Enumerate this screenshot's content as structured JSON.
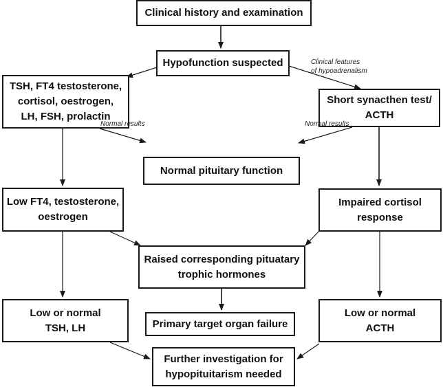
{
  "nodes": {
    "clinical_history": {
      "lines": [
        "Clinical history and examination"
      ]
    },
    "hypofunction": {
      "lines": [
        "Hypofunction suspected"
      ]
    },
    "tests": {
      "lines": [
        "TSH, FT4 testosterone,",
        "cortisol, oestrogen,",
        "LH, FSH, prolactin"
      ]
    },
    "synacthen": {
      "lines": [
        "Short synacthen test/",
        "ACTH"
      ]
    },
    "normal_pituitary": {
      "lines": [
        "Normal pituitary function"
      ]
    },
    "low_ft4": {
      "lines": [
        "Low FT4, testosterone,",
        "oestrogen"
      ]
    },
    "impaired_cortisol": {
      "lines": [
        "Impaired cortisol",
        "response"
      ]
    },
    "raised_hormones": {
      "lines": [
        "Raised corresponding pituatary",
        "trophic hormones"
      ]
    },
    "low_tsh_lh": {
      "lines": [
        "Low or normal",
        "TSH, LH"
      ]
    },
    "primary_failure": {
      "lines": [
        "Primary target organ failure"
      ]
    },
    "low_acth": {
      "lines": [
        "Low or normal",
        "ACTH"
      ]
    },
    "further_investigation": {
      "lines": [
        "Further investigation for",
        "hypopituitarism needed"
      ]
    }
  },
  "edge_labels": {
    "clinical_features": [
      "Clinical features",
      "of hypoadrenalism"
    ],
    "normal_results_left": [
      "Normal results"
    ],
    "normal_results_right": [
      "Normal results"
    ]
  },
  "colors": {
    "border": "#1a1a1a",
    "arrow": "#1a1a1a",
    "background": "#ffffff"
  }
}
